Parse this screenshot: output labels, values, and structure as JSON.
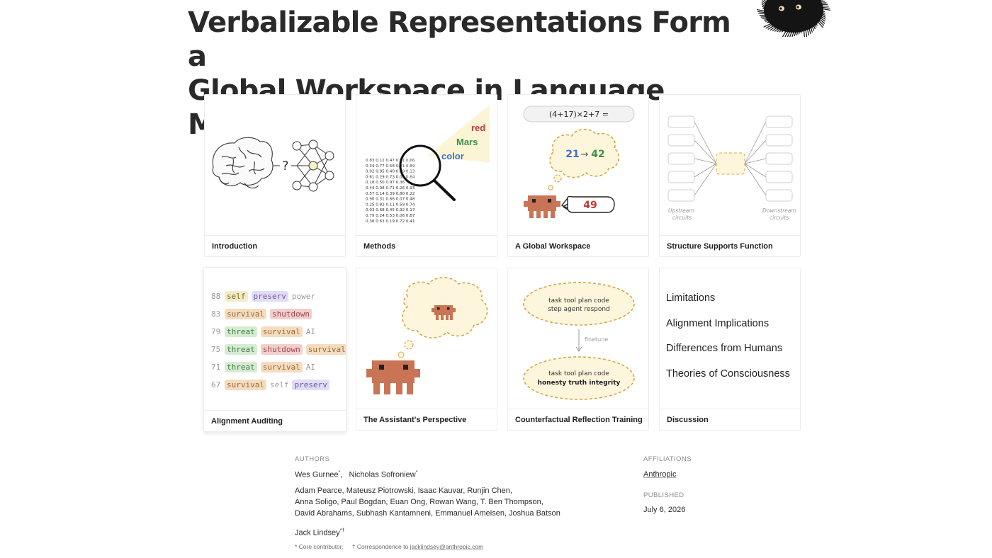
{
  "title_line1": "Verbalizable Representations Form a",
  "title_line2": "Global Workspace in Language Models",
  "cards": {
    "introduction": {
      "caption": "Introduction",
      "mark": "?"
    },
    "methods": {
      "caption": "Methods",
      "words": [
        "red",
        "Mars",
        "color"
      ],
      "matrix": [
        "0.83 0.12 0.47 0.91 0.66",
        "0.34 0.77 0.58 0.21 0.89",
        "0.02 0.95 0.40 0.69 0.13",
        "0.61 0.29 0.73 0.05 0.84",
        "0.18 0.50 0.97 0.36",
        "0.44 0.08 0.71 0.26 0.93",
        "0.57 0.14 0.39 0.80 0.22",
        "0.90 0.31 0.66 0.07 0.48",
        "0.25 0.82 0.11 0.59 0.74",
        "0.03 0.68 0.45 0.92 0.17",
        "0.79 0.24 0.53 0.06 0.87",
        "0.38 0.63 0.19 0.72 0.41"
      ]
    },
    "workspace": {
      "caption": "A Global Workspace",
      "equation": "(4+17)×2+7 =",
      "thought_left": "21",
      "thought_arrow": "→",
      "thought_right": "42",
      "answer": "49"
    },
    "structure": {
      "caption": "Structure Supports Function",
      "upstream_1": "Upstream",
      "upstream_2": "circuits",
      "downstream_1": "Downstream",
      "downstream_2": "circuits"
    },
    "auditing": {
      "caption": "Alignment Auditing",
      "rows": [
        {
          "num": "88",
          "tokens": [
            [
              "self",
              "self"
            ],
            [
              "preserv",
              "preserv"
            ],
            [
              "power",
              "plain"
            ]
          ]
        },
        {
          "num": "83",
          "tokens": [
            [
              "survival",
              "survival"
            ],
            [
              "shutdown",
              "shutdown"
            ]
          ]
        },
        {
          "num": "79",
          "tokens": [
            [
              "threat",
              "threat"
            ],
            [
              "survival",
              "survival"
            ],
            [
              "AI",
              "plain"
            ]
          ]
        },
        {
          "num": "75",
          "tokens": [
            [
              "threat",
              "threat"
            ],
            [
              "shutdown",
              "shutdown"
            ],
            [
              "survival",
              "survival"
            ]
          ]
        },
        {
          "num": "71",
          "tokens": [
            [
              "threat",
              "threat"
            ],
            [
              "survival",
              "survival"
            ],
            [
              "AI",
              "plain"
            ]
          ]
        },
        {
          "num": "67",
          "tokens": [
            [
              "survival",
              "survival"
            ],
            [
              "self",
              "plain"
            ],
            [
              "preserv",
              "preserv"
            ]
          ]
        }
      ]
    },
    "perspective": {
      "caption": "The Assistant's Perspective"
    },
    "counterfactual": {
      "caption": "Counterfactual Reflection Training",
      "top_line1": "task tool plan code",
      "top_line2": "step agent respond",
      "arrow_label": "finetune",
      "bottom_line1": "task tool plan code",
      "bottom_line2": "honesty truth integrity"
    },
    "discussion": {
      "caption": "Discussion",
      "items": [
        "Limitations",
        "Alignment Implications",
        "Differences from Humans",
        "Theories of Consciousness"
      ]
    }
  },
  "authors": {
    "label": "AUTHORS",
    "core_1": "Wes Gurnee",
    "core_1_mark": "*",
    "core_2": "Nicholas Sofroniew",
    "core_2_mark": "*",
    "line_1": "Adam Pearce,   Mateusz Piotrowski,   Isaac Kauvar,   Runjin Chen,",
    "line_2": "Anna Soligo,   Paul Bogdan,   Euan Ong,   Rowan Wang,   T. Ben Thompson,",
    "line_3": "David Abrahams,   Subhash Kantamneni,   Emmanuel Ameisen,   Joshua Batson",
    "last": "Jack Lindsey",
    "last_mark": "*†",
    "footnote_core": "* Core contributor;",
    "footnote_corr": "† Correspondence to",
    "email": "jacklindsey@anthropic.com"
  },
  "affiliations": {
    "label": "AFFILIATIONS",
    "value": "Anthropic"
  },
  "published": {
    "label": "PUBLISHED",
    "value": "July 6, 2026"
  },
  "colors": {
    "accent_blue": "#3d6fd0",
    "accent_green": "#3f8f4a",
    "accent_red": "#c0393b",
    "creature": "#c97454",
    "cloud_fill": "#fdf6dc",
    "cloud_stroke": "#d9a544"
  }
}
